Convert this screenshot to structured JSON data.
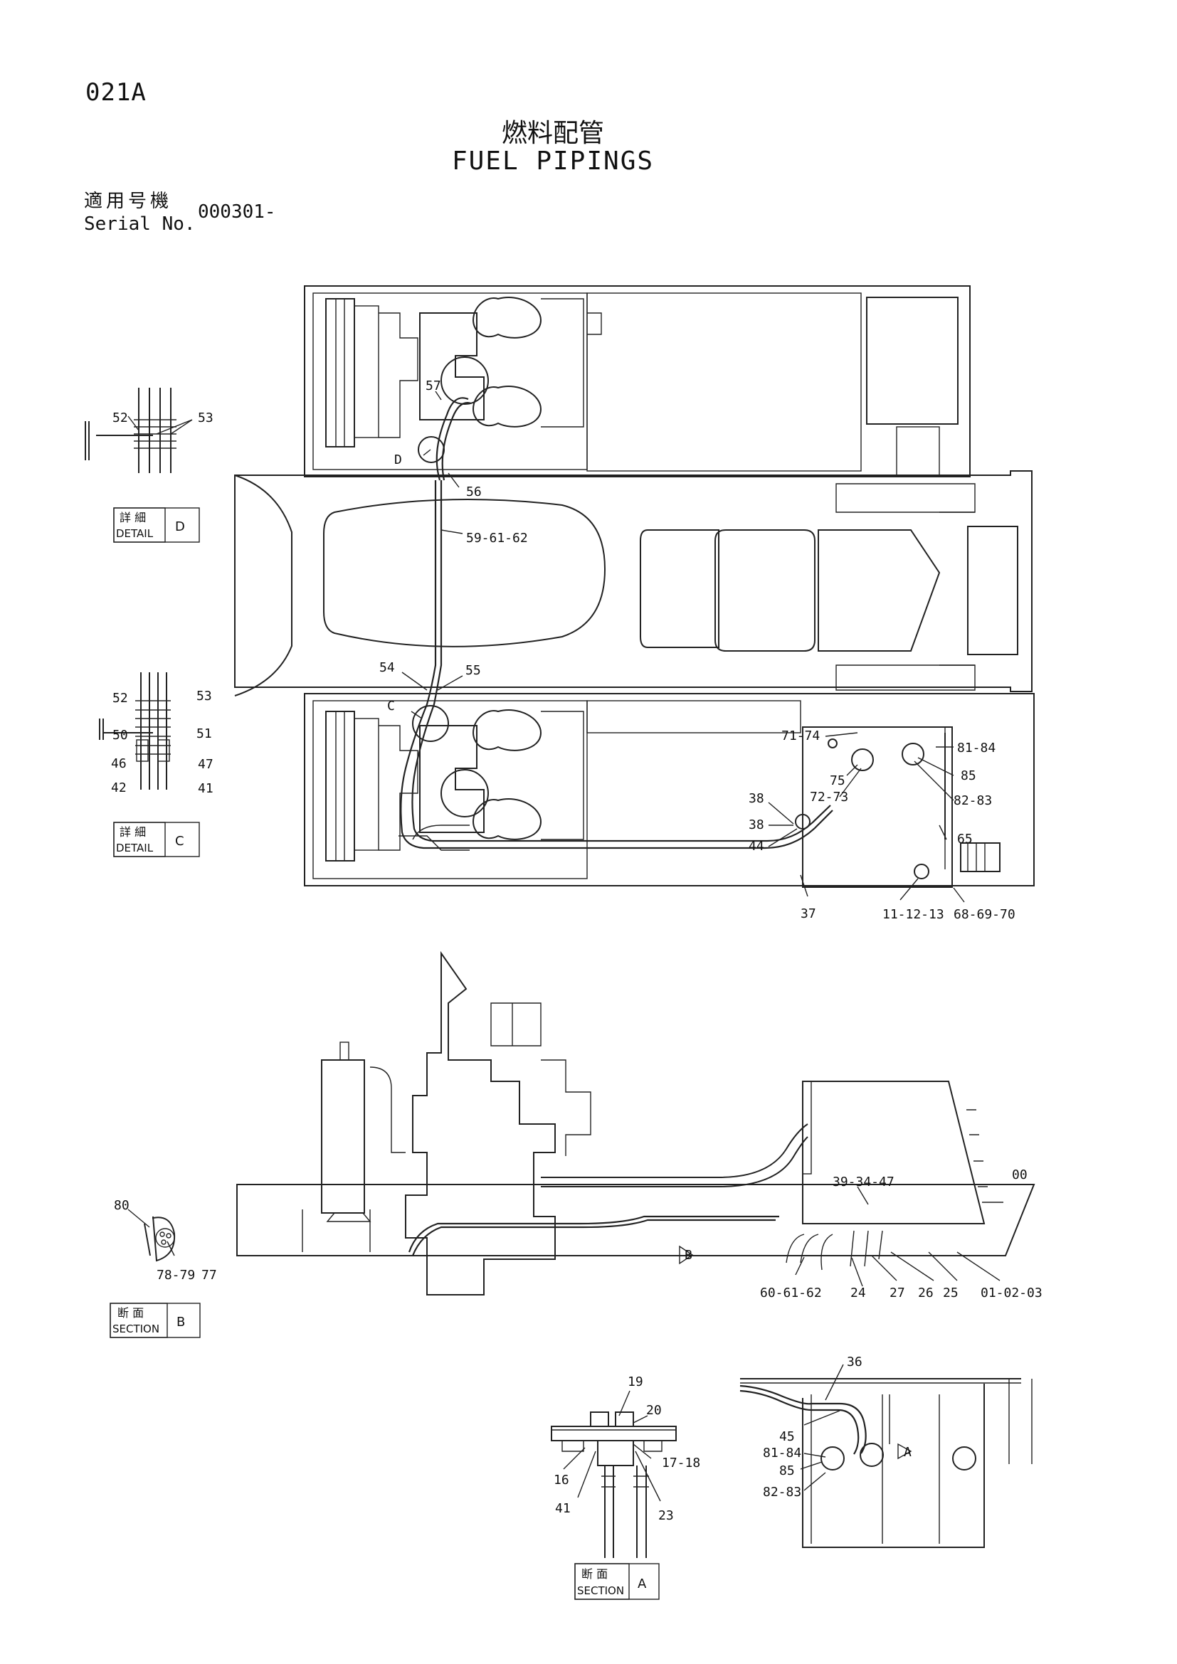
{
  "header": {
    "code": "021A",
    "title_jp": "燃料配管",
    "title_en": "FUEL PIPINGS",
    "serial_label_jp": "適用号機",
    "serial_label_en": "Serial No.",
    "serial_value": "000301-"
  },
  "detail_boxes": [
    {
      "jp": "詳 細",
      "en": "DETAIL",
      "ref": "D"
    },
    {
      "jp": "詳 細",
      "en": "DETAIL",
      "ref": "C"
    },
    {
      "jp": "断 面",
      "en": "SECTION",
      "ref": "B"
    },
    {
      "jp": "断 面",
      "en": "SECTION",
      "ref": "A"
    }
  ],
  "callouts": {
    "top_view": [
      "57",
      "D",
      "56",
      "59-61-62",
      "54",
      "55",
      "C",
      "71-74",
      "75",
      "72-73",
      "81-84",
      "85",
      "82-83",
      "65",
      "38",
      "38",
      "44",
      "37",
      "11-12-13",
      "68-69-70"
    ],
    "detail_d": [
      "52",
      "53"
    ],
    "detail_c": [
      "52",
      "53",
      "50",
      "51",
      "46",
      "47",
      "42",
      "41"
    ],
    "side_view": [
      "39-34-47",
      "00",
      "B",
      "60-61-62",
      "24",
      "27",
      "26",
      "25",
      "01-02-03"
    ],
    "section_b": [
      "80",
      "78-79",
      "77"
    ],
    "section_a": [
      "19",
      "20",
      "17-18",
      "16",
      "41",
      "23"
    ],
    "tank_detail": [
      "36",
      "45",
      "81-84",
      "85",
      "82-83",
      "A"
    ]
  }
}
